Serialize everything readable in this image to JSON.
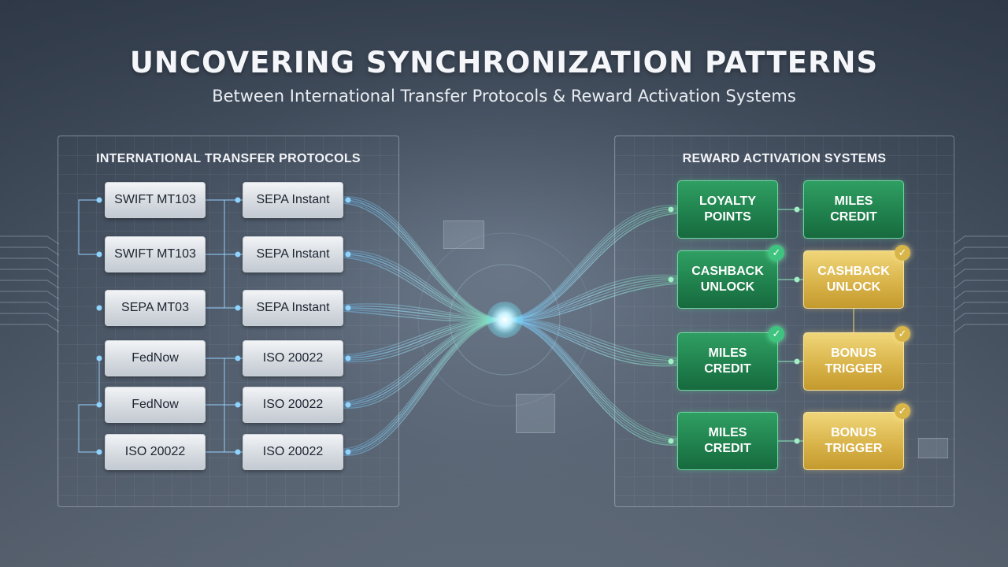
{
  "header": {
    "title": "UNCOVERING SYNCHRONIZATION PATTERNS",
    "subtitle": "Between International Transfer Protocols & Reward Activation Systems"
  },
  "colors": {
    "accent_blue": "#5fb6ff",
    "accent_teal": "#6ee0c0",
    "reward_green": "#1f7f4c",
    "reward_gold": "#d9b44a"
  },
  "left_panel": {
    "title": "INTERNATIONAL TRANSFER PROTOCOLS",
    "column_a": [
      "SWIFT MT103",
      "SWIFT MT103",
      "SEPA MT03",
      "FedNow",
      "FedNow",
      "ISO 20022"
    ],
    "column_b": [
      "SEPA Instant",
      "SEPA Instant",
      "SEPA Instant",
      "ISO 20022",
      "ISO 20022",
      "ISO 20022"
    ]
  },
  "right_panel": {
    "title": "REWARD ACTIVATION SYSTEMS",
    "column_a": [
      {
        "label": "LOYALTY\nPOINTS",
        "style": "green",
        "checked": false
      },
      {
        "label": "CASHBACK\nUNLOCK",
        "style": "green",
        "checked": true
      },
      {
        "label": "MILES\nCREDIT",
        "style": "green",
        "checked": true
      },
      {
        "label": "MILES\nCREDIT",
        "style": "green",
        "checked": false
      }
    ],
    "column_b": [
      {
        "label": "MILES\nCREDIT",
        "style": "green",
        "checked": false
      },
      {
        "label": "CASHBACK\nUNLOCK",
        "style": "gold",
        "checked": true
      },
      {
        "label": "BONUS\nTRIGGER",
        "style": "gold",
        "checked": true
      },
      {
        "label": "BONUS\nTRIGGER",
        "style": "gold",
        "checked": true
      }
    ]
  },
  "icons": {
    "check": "check-icon"
  }
}
